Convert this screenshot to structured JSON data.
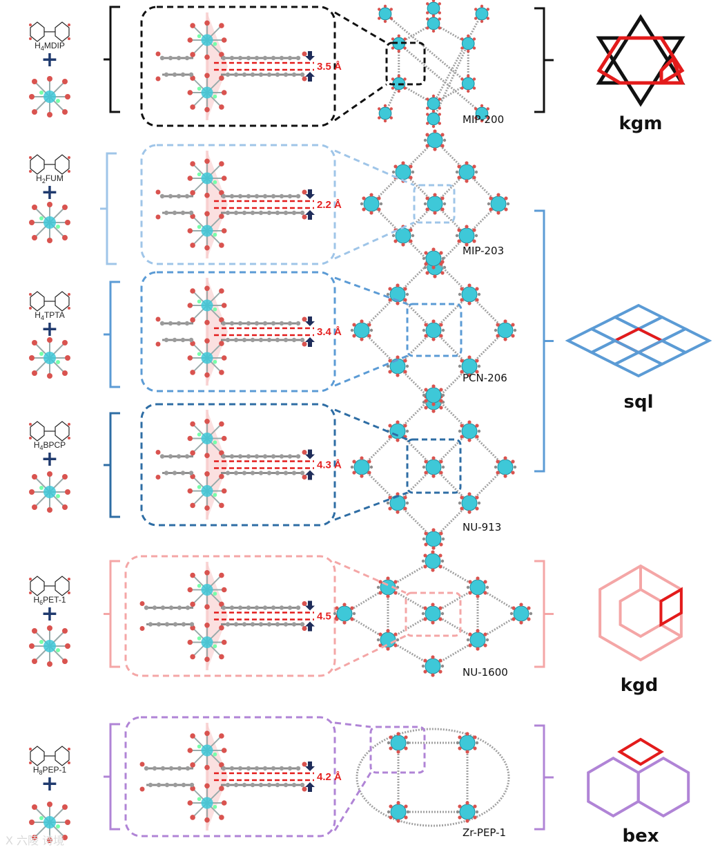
{
  "rows": [
    {
      "ligand": "H4MDIP",
      "ligand_sub": "4",
      "distance": "3.5 Å",
      "mof": "MIP-200",
      "color": "#111111"
    },
    {
      "ligand": "H2FUM",
      "ligand_sub": "2",
      "distance": "2.2 Å",
      "mof": "MIP-203",
      "color": "#9fc5e8"
    },
    {
      "ligand": "H4TPTA",
      "ligand_sub": "4",
      "distance": "3.4 Å",
      "mof": "PCN-206",
      "color": "#5b9bd5"
    },
    {
      "ligand": "H4BPCP",
      "ligand_sub": "4",
      "distance": "4.3 Å",
      "mof": "NU-913",
      "color": "#2e6da4"
    },
    {
      "ligand": "H6PET-1",
      "ligand_sub": "6",
      "distance": "4.5 Å",
      "mof": "NU-1600",
      "color": "#f4a6a6"
    },
    {
      "ligand": "H8PEP-1",
      "ligand_sub": "8",
      "distance": "4.2 Å",
      "mof": "Zr-PEP-1",
      "color": "#b084d6"
    }
  ],
  "ligand_labels": {
    "r0": {
      "pre": "H",
      "sub": "4",
      "post": "MDIP"
    },
    "r1": {
      "pre": "H",
      "sub": "2",
      "post": "FUM"
    },
    "r2": {
      "pre": "H",
      "sub": "4",
      "post": "TPTA"
    },
    "r3": {
      "pre": "H",
      "sub": "4",
      "post": "BPCP"
    },
    "r4": {
      "pre": "H",
      "sub": "6",
      "post": "PET-1"
    },
    "r5": {
      "pre": "H",
      "sub": "8",
      "post": "PEP-1"
    }
  },
  "topologies": {
    "kgm": "kgm",
    "sql": "sql",
    "kgd": "kgd",
    "bex": "bex"
  },
  "plus_sign": "+",
  "colors": {
    "cluster_cyan": "#3ec8d8",
    "oxygen_red": "#d9534f",
    "carbon_gray": "#8c8c8c",
    "highlight_red": "#e31b1b",
    "pink_band": "#f7c6c6",
    "arrow_navy": "#1f2d5a",
    "plus_navy": "#1f3a6e"
  },
  "watermark": "X 六陵 诗境"
}
